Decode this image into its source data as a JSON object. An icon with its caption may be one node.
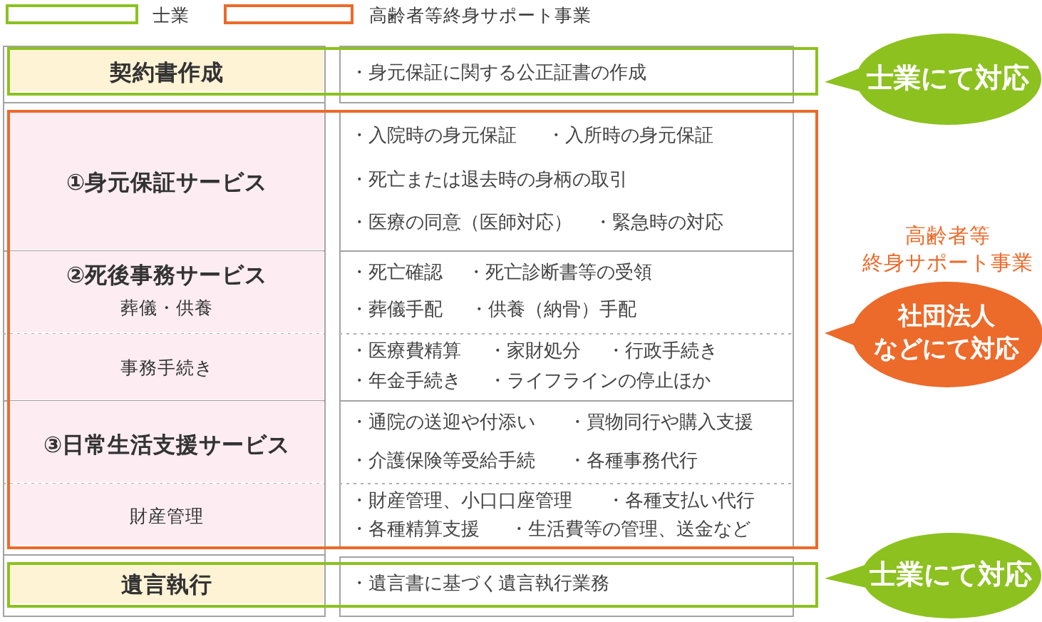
{
  "diagram": {
    "nodes": [
      {
        "text": [],
        "shape": "box"
      },
      {
        "text": [
          "契約書作成"
        ],
        "in": 0
      },
      {
        "text": [
          "・身元保証に関する公正証書の作成"
        ],
        "in": 0
      },
      {
        "text": [],
        "shape": "box"
      },
      {
        "text": [
          "①身元保証サービス"
        ],
        "in": 3
      },
      {
        "text": [
          "・入院時の身元保証",
          "・入所時の身元保証",
          "・死亡または退去時の身柄の取引",
          "・医療の同意（医師対応）",
          "・緊急時の対応"
        ],
        "in": 3
      },
      {
        "text": [
          "②死後事務サービス",
          "葬儀・供養"
        ],
        "in": 3
      },
      {
        "text": [
          "・死亡確認",
          "・死亡診断書等の受領",
          "・葬儀手配",
          "・供養（納骨）手配"
        ],
        "in": 3
      },
      {
        "text": [
          "事務手続き"
        ],
        "in": 3
      },
      {
        "text": [
          "・医療費精算",
          "・家財処分",
          "・行政手続き",
          "・年金手続き",
          "・ライフラインの停止ほか"
        ],
        "in": 3
      },
      {
        "text": [
          "③日常生活支援サービス"
        ],
        "in": 3
      },
      {
        "text": [
          "・通院の送迎や付添い",
          "・買物同行や購入支援",
          "・介護保険等受給手続",
          "・各種事務代行"
        ],
        "in": 3
      },
      {
        "text": [
          "財産管理"
        ],
        "in": 3
      },
      {
        "text": [
          "・財産管理、小口口座管理",
          "・各種支払い代行",
          "・各種精算支援",
          "・生活費等の管理、送金など"
        ],
        "in": 3
      },
      {
        "text": [],
        "shape": "box"
      },
      {
        "text": [
          "遺言執行"
        ],
        "in": 14
      },
      {
        "text": [
          "・遺言書に基づく遺言執行業務"
        ],
        "in": 14
      },
      {
        "text": [
          "士業にて対応"
        ]
      },
      {
        "text": [
          "社団法人などにて対応"
        ],
        "beside": [
          "高齢者等終身サポート事業"
        ]
      },
      {
        "text": [
          "士業にて対応"
        ]
      }
    ],
    "legend": [
      {
        "text": "士業",
        "color": "#8cc11f"
      },
      {
        "text": "高齢者等終身サポート事業",
        "color": "#ec6a2a"
      }
    ]
  }
}
